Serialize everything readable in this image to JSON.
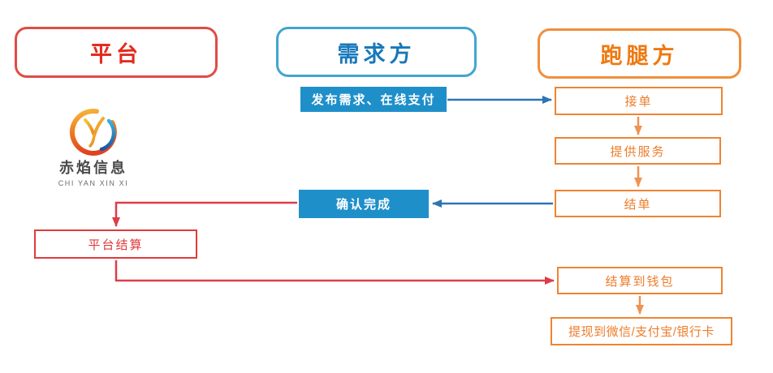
{
  "diagram_title": "errand-platform-order-flow",
  "colors": {
    "red": "#e03b3b",
    "red_line": "#dd3d48",
    "blue_fill": "#1f8fca",
    "blue_line": "#2e74b5",
    "blue_border": "#41a5d1",
    "blue_text": "#1878ba",
    "orange_border": "#ee8433",
    "orange_text": "#ed7d2b",
    "orange_line": "#ef9351"
  },
  "lanes": {
    "platform": {
      "label": "平台"
    },
    "demander": {
      "label": "需求方"
    },
    "runner": {
      "label": "跑腿方"
    }
  },
  "logo": {
    "name_cn": "赤焰信息",
    "name_en": "CHI YAN XIN XI"
  },
  "nodes": {
    "publish": {
      "label": "发布需求、在线支付",
      "lane": "需求方",
      "style": "blue-filled"
    },
    "accept": {
      "label": "接单",
      "lane": "跑腿方",
      "style": "orange-outline"
    },
    "service": {
      "label": "提供服务",
      "lane": "跑腿方",
      "style": "orange-outline"
    },
    "close_order": {
      "label": "结单",
      "lane": "跑腿方",
      "style": "orange-outline"
    },
    "confirm": {
      "label": "确认完成",
      "lane": "需求方",
      "style": "blue-filled"
    },
    "platform_settle": {
      "label": "平台结算",
      "lane": "平台",
      "style": "red-outline"
    },
    "wallet": {
      "label": "结算到钱包",
      "lane": "跑腿方",
      "style": "orange-outline"
    },
    "withdraw": {
      "label": "提现到微信/支付宝/银行卡",
      "lane": "跑腿方",
      "style": "orange-outline"
    }
  },
  "edges": [
    {
      "from": "publish",
      "to": "accept",
      "color": "blue"
    },
    {
      "from": "accept",
      "to": "service",
      "color": "orange"
    },
    {
      "from": "service",
      "to": "close_order",
      "color": "orange"
    },
    {
      "from": "close_order",
      "to": "confirm",
      "color": "blue"
    },
    {
      "from": "confirm",
      "to": "platform_settle",
      "color": "red"
    },
    {
      "from": "platform_settle",
      "to": "wallet",
      "color": "red"
    },
    {
      "from": "wallet",
      "to": "withdraw",
      "color": "orange"
    }
  ]
}
